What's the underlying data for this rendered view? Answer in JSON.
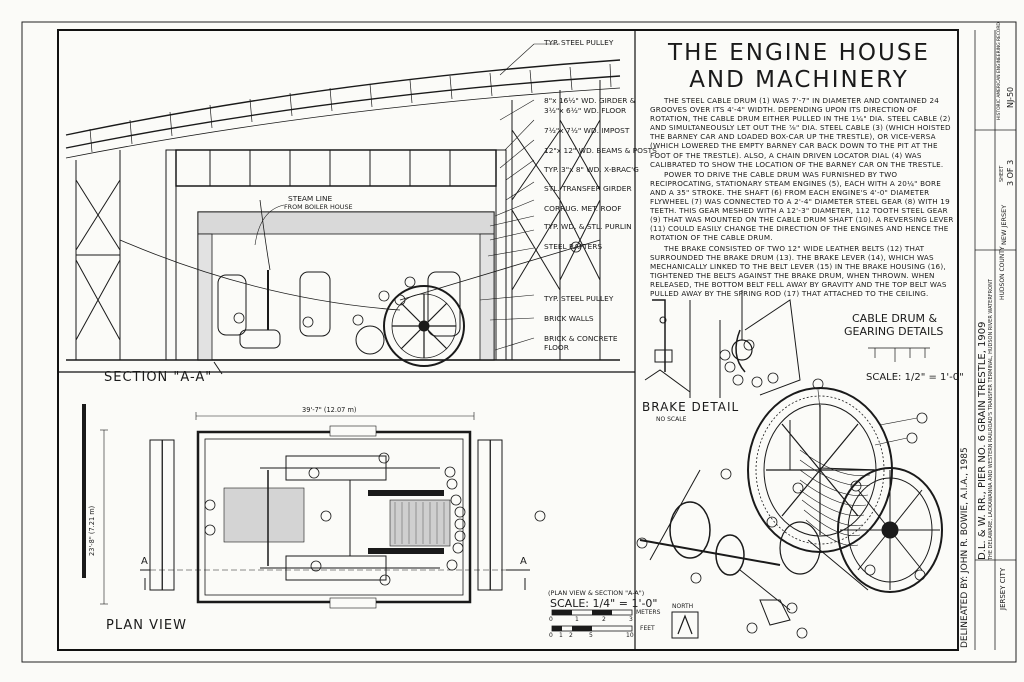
{
  "main_title": [
    "THE ENGINE HOUSE",
    "AND MACHINERY"
  ],
  "paragraphs": [
    "The steel cable drum (1) was 7'-7\" in diameter and contained 24 grooves over its 4'-4\" width. Depending upon its direction of rotation, the cable drum either pulled in the 1¼\" dia. steel cable (2) and simultaneously let out the ⅞\" dia. steel cable (3) (which hoisted the barney car and loaded box-car up the trestle), or vice-versa (which lowered the empty barney car back down to the pit at the foot of the trestle). Also, a chain driven locator dial (4) was calibrated to show the location of the barney car on the trestle.",
    "Power to drive the cable drum was furnished by two reciprocating, stationary steam engines (5), each with a 20¼\" bore and a 35\" stroke. The shaft (6) from each engine's 4'-0\" diameter flywheel (7) was connected to a 2'-4\" diameter steel gear (8) with 19 teeth. This gear meshed with a 12'-3\" diameter, 112 tooth steel gear (9) that was mounted on the cable drum shaft (10). A reversing lever (11) could easily change the direction of the engines and hence the rotation of the cable drum.",
    "The brake consisted of two 12\" wide leather belts (12) that surrounded the brake drum (13). The brake lever (14), which was mechanically linked to the belt lever (15) in the brake housing (16), tightened the belts against the brake drum, when thrown. When released, the bottom belt fell away by gravity and the top belt was pulled away by the spring rod (17) that attached to the ceiling."
  ],
  "section_labels": {
    "section_aa": "SECTION \"A-A\"",
    "plan_view": "PLAN VIEW",
    "brake_detail": "BRAKE DETAIL",
    "no_scale": "NO SCALE",
    "cable_drum": "CABLE DRUM &",
    "gearing_details": "GEARING DETAILS",
    "cable_scale": "SCALE: 1/2\" = 1'-0\""
  },
  "section_callouts": [
    "TYP. STEEL PULLEY",
    "8\"x 16½\" WD. GIRDER &",
    "3½\"x 6½\" WD. FLOOR",
    "7½\"x 7½\" WD. IMPOST",
    "12\"x 12\" WD. BEAMS & POSTS",
    "TYP. 3\"x 8\" WD. X-BRAC'G",
    "STL. TRANSFER GIRDER",
    "CORRUG. MET. ROOF",
    "TYP. WD. & STL. PURLIN",
    "STEEL RAFTERS",
    "TYP. STEEL PULLEY",
    "BRICK WALLS",
    "BRICK & CONCRETE",
    "FLOOR"
  ],
  "steam_line": [
    "STEAM LINE",
    "FROM BOILER HOUSE"
  ],
  "plan_dims": {
    "width": "39'-7\" (12.07 m)",
    "height": "23'-8\" (7.21 m)",
    "section_marker": "A"
  },
  "scale_block": {
    "caption": "(PLAN VIEW & SECTION \"A-A\")",
    "scale": "SCALE: 1/4\" = 1'-0\"",
    "meters_ticks": [
      "0",
      "1",
      "2",
      "3"
    ],
    "meters_unit": "METERS",
    "feet_ticks": [
      "0",
      "1",
      "2",
      "5",
      "10"
    ],
    "feet_unit": "FEET",
    "north": "NORTH"
  },
  "bottom_credit": "DELINEATED BY: JOHN R. BOWIE, A.I.A., 1985",
  "sidebar": {
    "project": "D.L. & W. RR., PIER NO. 6 GRAIN TRESTLE, 1909",
    "subtitle": "THE DELAWARE, LACKAWANNA AND WESTERN RAILROAD'S TRANSFER TERMINAL, HUDSON RIVER WATERFRONT",
    "city": "JERSEY CITY",
    "county": "HUDSON COUNTY",
    "state": "NEW JERSEY",
    "sheet_label": "SHEET",
    "sheet": "3 OF 3",
    "survey": "HISTORIC AMERICAN ENGINEERING RECORD",
    "survey_no": "NJ-50"
  },
  "colors": {
    "ink": "#1a1a1a",
    "paper": "#fbfbf8",
    "hatch": "#8a8a8a"
  }
}
